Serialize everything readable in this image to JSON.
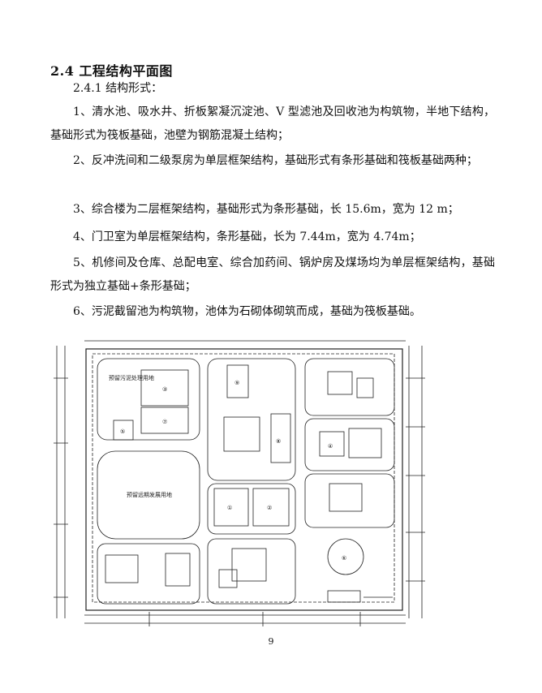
{
  "document": {
    "heading": "2.4 工程结构平面图",
    "subheading": "2.4.1 结构形式：",
    "paragraphs": [
      "1、清水池、吸水井、折板絮凝沉淀池、V 型滤池及回收池为构筑物，半地下结构，基础形式为筏板基础，池壁为钢筋混凝土结构；",
      "2、反冲洗间和二级泵房为单层框架结构，基础形式有条形基础和筏板基础两种；",
      "3、综合楼为二层框架结构，基础形式为条形基础，长 15.6m，宽为 12 m；",
      "4、门卫室为单层框架结构，条形基础，长为 7.44m，宽为 4.74m；",
      "5、机修间及仓库、总配电室、综合加药间、锅炉房及煤场均为单层框架结构，基础形式为独立基础+条形基础；",
      "6、污泥截留池为构筑物，池体为石砌体砌筑而成，基础为筏板基础。"
    ],
    "page_number": "9"
  },
  "plan": {
    "labels": {
      "zone_top_left": "预留污泥处理用地",
      "zone_mid_left": "预留远期发展用地",
      "circle_tank": "⑥",
      "marker_1": "①",
      "marker_2": "②",
      "marker_3": "③",
      "marker_4": "④",
      "marker_5": "⑤",
      "marker_7": "⑦",
      "marker_8": "⑧",
      "marker_9": "⑨"
    }
  }
}
